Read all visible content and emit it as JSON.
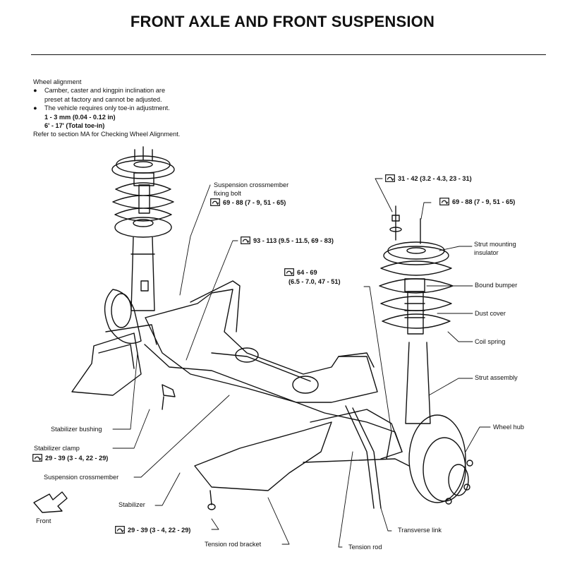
{
  "title": "FRONT AXLE AND FRONT SUSPENSION",
  "notes": {
    "heading": "Wheel alignment",
    "bullet1_a": "Camber, caster and kingpin inclination are",
    "bullet1_b": "preset at factory and cannot be adjusted.",
    "bullet2": "The vehicle requires only toe-in adjustment.",
    "toe_mm": "1 - 3 mm (0.04 - 0.12 in)",
    "toe_deg": "6' - 17' (Total toe-in)",
    "refer": "Refer to section MA for Checking Wheel Alignment."
  },
  "labels": {
    "susp_xmember_bolt_a": "Suspension crossmember",
    "susp_xmember_bolt_b": "fixing bolt",
    "torque_69_88_left": "69 - 88 (7 - 9, 51 - 65)",
    "torque_93_113": "93 - 113 (9.5 - 11.5, 69 - 83)",
    "torque_64_69_a": "64 - 69",
    "torque_64_69_b": "(6.5 - 7.0, 47 - 51)",
    "torque_31_42": "31 - 42 (3.2 - 4.3, 23 - 31)",
    "torque_69_88_right": "69 - 88 (7 - 9, 51 - 65)",
    "strut_mount_a": "Strut mounting",
    "strut_mount_b": "insulator",
    "bound_bumper": "Bound bumper",
    "dust_cover": "Dust cover",
    "coil_spring": "Coil spring",
    "strut_assembly": "Strut assembly",
    "wheel_hub": "Wheel hub",
    "stabilizer_bushing": "Stabilizer bushing",
    "stabilizer_clamp": "Stabilizer clamp",
    "torque_29_39_clamp": "29 - 39 (3 - 4, 22 - 29)",
    "suspension_crossmember": "Suspension crossmember",
    "stabilizer": "Stabilizer",
    "front": "Front",
    "torque_29_39_bottom": "29 - 39 (3 - 4, 22 - 29)",
    "tension_rod_bracket": "Tension rod bracket",
    "transverse_link": "Transverse link",
    "tension_rod": "Tension rod"
  }
}
